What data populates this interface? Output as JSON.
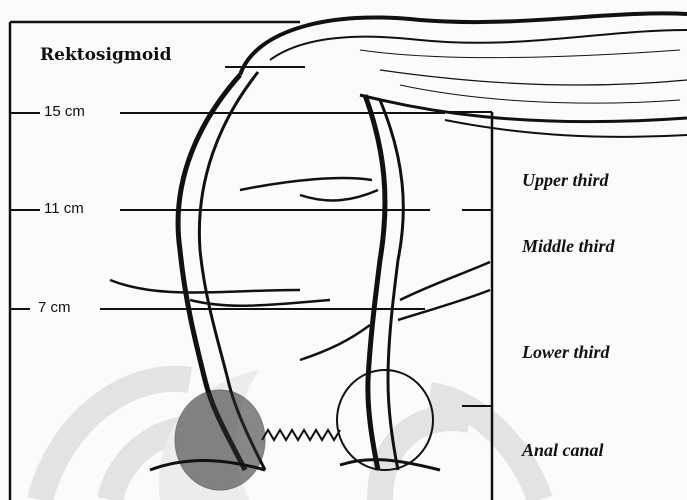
{
  "title": "Rektosigmoid",
  "distance_marks": [
    {
      "label": "15 cm"
    },
    {
      "label": "11 cm"
    },
    {
      "label": "7 cm"
    }
  ],
  "regions": [
    {
      "label": "Upper third"
    },
    {
      "label": "Middle third"
    },
    {
      "label": "Lower third"
    },
    {
      "label": "Anal canal"
    }
  ],
  "colors": {
    "ink": "#111111",
    "background": "#fbfbfb",
    "watermark": "#e3e3e3"
  }
}
